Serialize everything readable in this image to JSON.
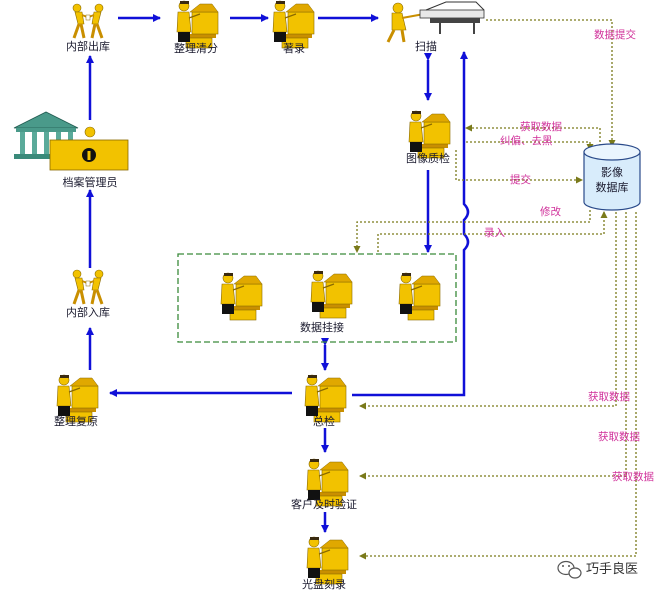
{
  "nodes": {
    "internal_out": "内部出库",
    "sort_clean": "整理清分",
    "catalog": "著录",
    "scan": "扫描",
    "archivist": "档案管理员",
    "image_qc": "图像质检",
    "database_line1": "影像",
    "database_line2": "数据库",
    "data_mount": "数据挂接",
    "internal_in": "内部入库",
    "restore": "整理复原",
    "final_check": "总检",
    "customer_verify": "客户及时验证",
    "disc_burn": "光盘刻录"
  },
  "edge_labels": {
    "data_submit": "数据提交",
    "get_data_qc": "获取数据",
    "correct_deskew": "纠偏、去黑",
    "submit": "提交",
    "modify": "修改",
    "entry": "录入",
    "get_data_1": "获取数据",
    "get_data_2": "获取数据",
    "get_data_3": "获取数据"
  },
  "watermark": "巧手良医",
  "colors": {
    "flow_arrow": "#1010d8",
    "data_arrow": "#7a7a1a",
    "label_magenta": "#d0309a",
    "figure_yellow": "#f2c200",
    "database_fill": "#d8ecfb",
    "database_stroke": "#2a4a8a",
    "group_border": "#3a8a3a"
  },
  "icons": [
    "handover-figures-icon",
    "clerk-at-desk-icon",
    "scanner-operator-icon",
    "bank-building-icon",
    "database-cylinder-icon",
    "wechat-icon"
  ]
}
